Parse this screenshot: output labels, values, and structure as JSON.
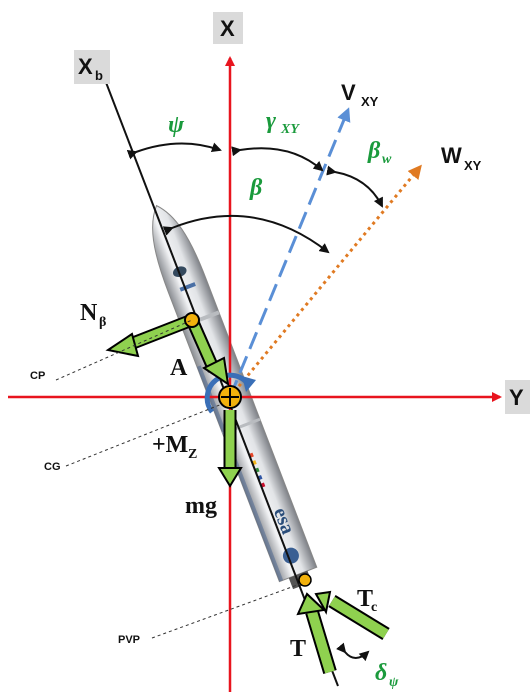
{
  "axes": {
    "x": "X",
    "y": "Y",
    "xb": "X",
    "xb_sub": "b"
  },
  "velocity": {
    "label": "V",
    "sub": "XY"
  },
  "wind": {
    "label": "W",
    "sub": "XY"
  },
  "angles": {
    "psi": "ψ",
    "gamma": "γ",
    "gamma_sub": "XY",
    "beta": "β",
    "beta_w": "β",
    "beta_w_sub": "w",
    "delta": "δ",
    "delta_sub": "ψ"
  },
  "forces": {
    "normal": "N",
    "normal_sub": "β",
    "axial": "A",
    "moment": "+M",
    "moment_sub": "Z",
    "weight": "mg",
    "thrust": "T",
    "thrust_c": "T",
    "thrust_c_sub": "c"
  },
  "points": {
    "cp": "CP",
    "cg": "CG",
    "pvp": "PVP"
  },
  "rocket_brand": "esa",
  "colors": {
    "axes": "#e8141e",
    "velocity": "#5a8fd6",
    "wind": "#e07a22",
    "green_arrow": "#8fd14f",
    "green_text": "#1a9a3c",
    "label_bg": "#dadada"
  }
}
